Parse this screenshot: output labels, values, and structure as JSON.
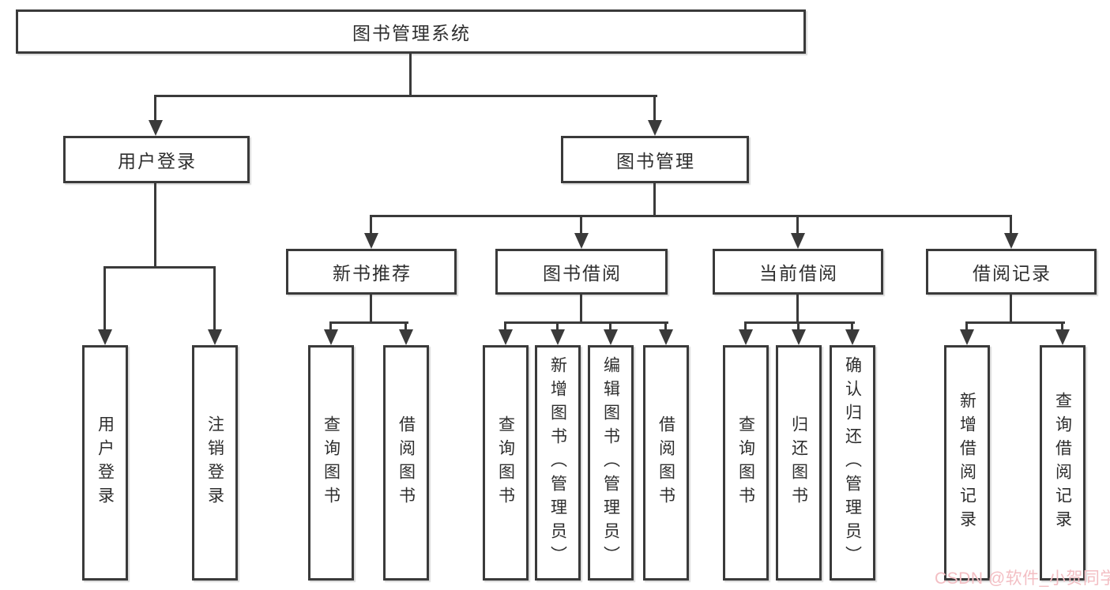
{
  "diagram": {
    "title": "图书管理系统",
    "root": {
      "label": "图书管理系统"
    },
    "level2": [
      {
        "id": "user-login",
        "label": "用户登录"
      },
      {
        "id": "book-management",
        "label": "图书管理"
      }
    ],
    "level3": [
      {
        "id": "new-book-recommend",
        "label": "新书推荐",
        "parent": "book-management"
      },
      {
        "id": "book-borrow",
        "label": "图书借阅",
        "parent": "book-management"
      },
      {
        "id": "current-borrow",
        "label": "当前借阅",
        "parent": "book-management"
      },
      {
        "id": "borrow-records",
        "label": "借阅记录",
        "parent": "book-management"
      }
    ],
    "leaves": [
      {
        "id": "user-login-leaf",
        "label": "用户登录",
        "parent": "user-login"
      },
      {
        "id": "logout",
        "label": "注销登录",
        "parent": "user-login"
      },
      {
        "id": "query-books-1",
        "label": "查询图书",
        "parent": "new-book-recommend"
      },
      {
        "id": "borrow-books-1",
        "label": "借阅图书",
        "parent": "new-book-recommend"
      },
      {
        "id": "query-books-2",
        "label": "查询图书",
        "parent": "book-borrow"
      },
      {
        "id": "add-books-admin",
        "label": "新增图书（管理员）",
        "parent": "book-borrow"
      },
      {
        "id": "edit-books-admin",
        "label": "编辑图书（管理员）",
        "parent": "book-borrow"
      },
      {
        "id": "borrow-books-2",
        "label": "借阅图书",
        "parent": "book-borrow"
      },
      {
        "id": "query-books-3",
        "label": "查询图书",
        "parent": "current-borrow"
      },
      {
        "id": "return-books",
        "label": "归还图书",
        "parent": "current-borrow"
      },
      {
        "id": "confirm-return-admin",
        "label": "确认归还（管理员）",
        "parent": "current-borrow"
      },
      {
        "id": "add-borrow-record",
        "label": "新增借阅记录",
        "parent": "borrow-records"
      },
      {
        "id": "query-borrow-record",
        "label": "查询借阅记录",
        "parent": "borrow-records"
      }
    ]
  },
  "watermark": {
    "text": "CSDN @软件_小贺同学",
    "color": "#f3bec3"
  }
}
